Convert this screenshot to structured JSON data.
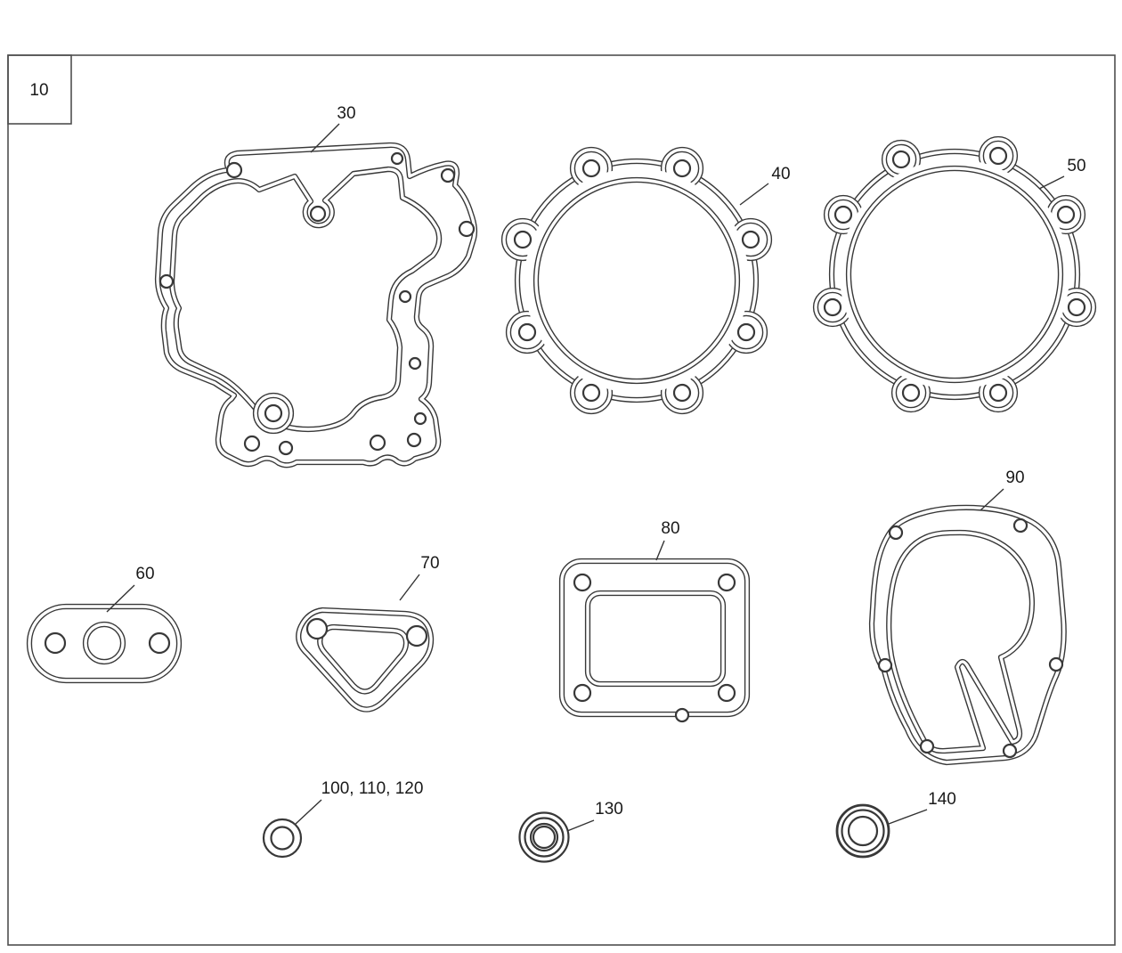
{
  "sheet": {
    "number": "10"
  },
  "callouts": {
    "part30": "30",
    "part40": "40",
    "part50": "50",
    "part60": "60",
    "part70": "70",
    "part80": "80",
    "part90": "90",
    "part100": "100, 110, 120",
    "part130": "130",
    "part140": "140"
  },
  "colors": {
    "line": "#383838",
    "background": "#ffffff"
  }
}
